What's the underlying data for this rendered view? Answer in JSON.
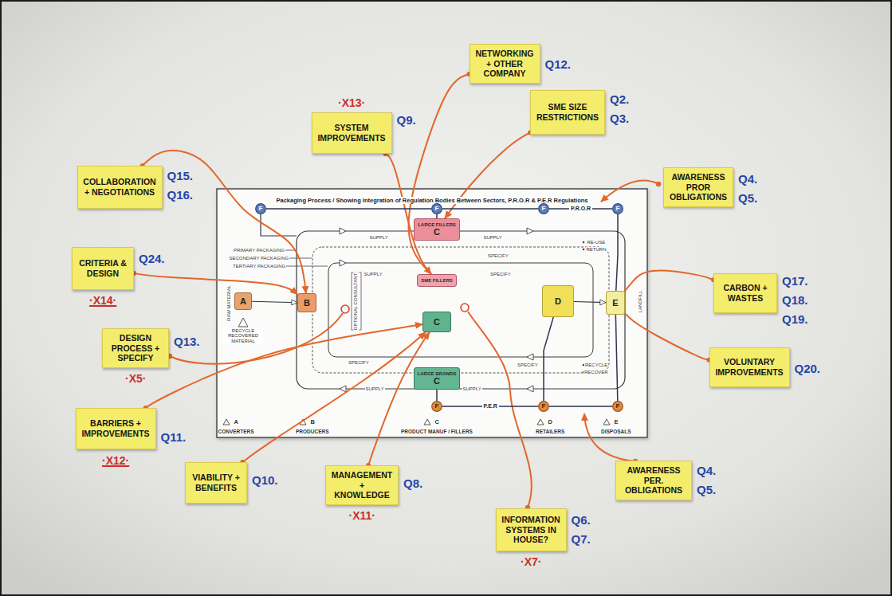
{
  "diagram": {
    "nodes": [
      {
        "text": [
          "NETWORKING + OTHER COMPANY"
        ]
      },
      {
        "text": [
          "SYSTEM IMPROVEMENTS"
        ]
      },
      {
        "text": [
          "SME SIZE RESTRICTIONS"
        ]
      },
      {
        "text": [
          "AWARENESS PROR OBLIGATIONS"
        ]
      },
      {
        "text": [
          "COLLABORATION + NEGOTIATIONS"
        ]
      },
      {
        "text": [
          "CRITERIA & DESIGN"
        ]
      },
      {
        "text": [
          "DESIGN PROCESS + SPECIFY"
        ]
      },
      {
        "text": [
          "BARRIERS + IMPROVEMENTS"
        ]
      },
      {
        "text": [
          "VIABILITY + BENEFITS"
        ]
      },
      {
        "text": [
          "MANAGEMENT + KNOWLEDGE"
        ]
      },
      {
        "text": [
          "INFORMATION SYSTEMS IN HOUSE?"
        ]
      },
      {
        "text": [
          "CARBON + WASTES"
        ]
      },
      {
        "text": [
          "VOLUNTARY IMPROVEMENTS"
        ]
      },
      {
        "text": [
          "AWARENESS PER. OBLIGATIONS"
        ]
      },
      {
        "text": [
          "Packaging Process / Showing Integration of Regulation Bodies Between Sectors, P.R.O.R & P.E.R Regulations"
        ]
      },
      {
        "text": [
          "F"
        ],
        "in": 14
      },
      {
        "text": [
          "F"
        ],
        "in": 14
      },
      {
        "text": [
          "F"
        ],
        "in": 14
      },
      {
        "text": [
          "F"
        ],
        "in": 14
      },
      {
        "text": [
          "LARGE FILLERS",
          "C"
        ],
        "in": 14
      },
      {
        "text": [
          "A"
        ],
        "in": 14
      },
      {
        "text": [
          "B"
        ],
        "in": 14
      },
      {
        "text": [
          "SME FILLERS"
        ],
        "in": 14
      },
      {
        "text": [
          "C"
        ],
        "in": 14
      },
      {
        "text": [
          "D"
        ],
        "in": 14
      },
      {
        "text": [
          "E"
        ],
        "in": 14
      },
      {
        "text": [
          "LARGE BRANDS",
          "C"
        ],
        "in": 14
      },
      {
        "text": [
          "F"
        ],
        "in": 14
      },
      {
        "text": [
          "F"
        ],
        "in": 14
      },
      {
        "text": [
          "F"
        ],
        "in": 14
      }
    ],
    "edges": [
      {
        "from": 1,
        "to": 22,
        "arrow": "to"
      },
      {
        "from": 0,
        "to": 22,
        "arrow": "none"
      },
      {
        "from": 2,
        "to": 19,
        "arrow": "to"
      },
      {
        "from": 4,
        "to": 21,
        "arrow": "to"
      },
      {
        "from": 5,
        "to": 21,
        "arrow": "to"
      },
      {
        "from": 7,
        "to": 23,
        "arrow": "to"
      },
      {
        "from": 8,
        "to": 23,
        "arrow": "to"
      },
      {
        "from": 9,
        "to": 23,
        "arrow": "to"
      },
      {
        "from": 11,
        "to": 25,
        "arrow": "none"
      },
      {
        "from": 12,
        "to": 25,
        "arrow": "none"
      },
      {
        "from": 20,
        "to": 21,
        "arrow": "to"
      },
      {
        "from": 24,
        "to": 25,
        "arrow": "to"
      },
      {
        "from": 15,
        "to": 16,
        "arrow": "none"
      },
      {
        "from": 16,
        "to": 17,
        "arrow": "none"
      },
      {
        "from": 17,
        "to": 18,
        "arrow": "none",
        "label": "P.R.O.R"
      },
      {
        "from": 27,
        "to": 28,
        "arrow": "none",
        "label": "P.E.R"
      },
      {
        "from": 28,
        "to": 29,
        "arrow": "none"
      },
      {
        "from": 16,
        "to": 19,
        "arrow": "none"
      },
      {
        "from": 18,
        "to": 25,
        "arrow": "none"
      },
      {
        "from": 27,
        "to": 26,
        "arrow": "none"
      },
      {
        "from": 28,
        "to": 24,
        "arrow": "none"
      },
      {
        "from": 29,
        "to": 25,
        "arrow": "none"
      }
    ],
    "labels": [
      "·X13·",
      "Q12.",
      "Q2.",
      "Q3.",
      "Q9.",
      "Q4.",
      "Q5.",
      "Q15.",
      "Q16.",
      "Q24.",
      "·X14·",
      "Q13.",
      "·X5·",
      "Q11.",
      "·X12·",
      "Q10.",
      "Q8.",
      "·X11·",
      "Q6.",
      "Q7.",
      "·X7·",
      "Q17.",
      "Q18.",
      "Q19.",
      "Q20.",
      "Q4.",
      "Q5.",
      "PRIMARY PACKAGING",
      "SECONDARY PACKAGING",
      "TERTIARY PACKAGING",
      "RAW MATERIAL",
      "RECYCLE RECOVERED MATERIAL",
      "OPTIONAL CONSULTANT",
      "SUPPLY",
      "SUPPLY",
      "SPECIFY",
      "SUPPLY",
      "SPECIFY",
      "SPECIFY",
      "SPECIFY",
      "SUPPLY",
      "SUPPLY",
      "RE-USE",
      "RETURN",
      "RECYCLE",
      "RECOVER",
      "LANDFILL",
      "A",
      "CONVERTERS",
      "B",
      "PRODUCERS",
      "C",
      "PRODUCT MANUF / FILLERS",
      "D",
      "RETAILERS",
      "E",
      "DISPOSALS"
    ]
  }
}
